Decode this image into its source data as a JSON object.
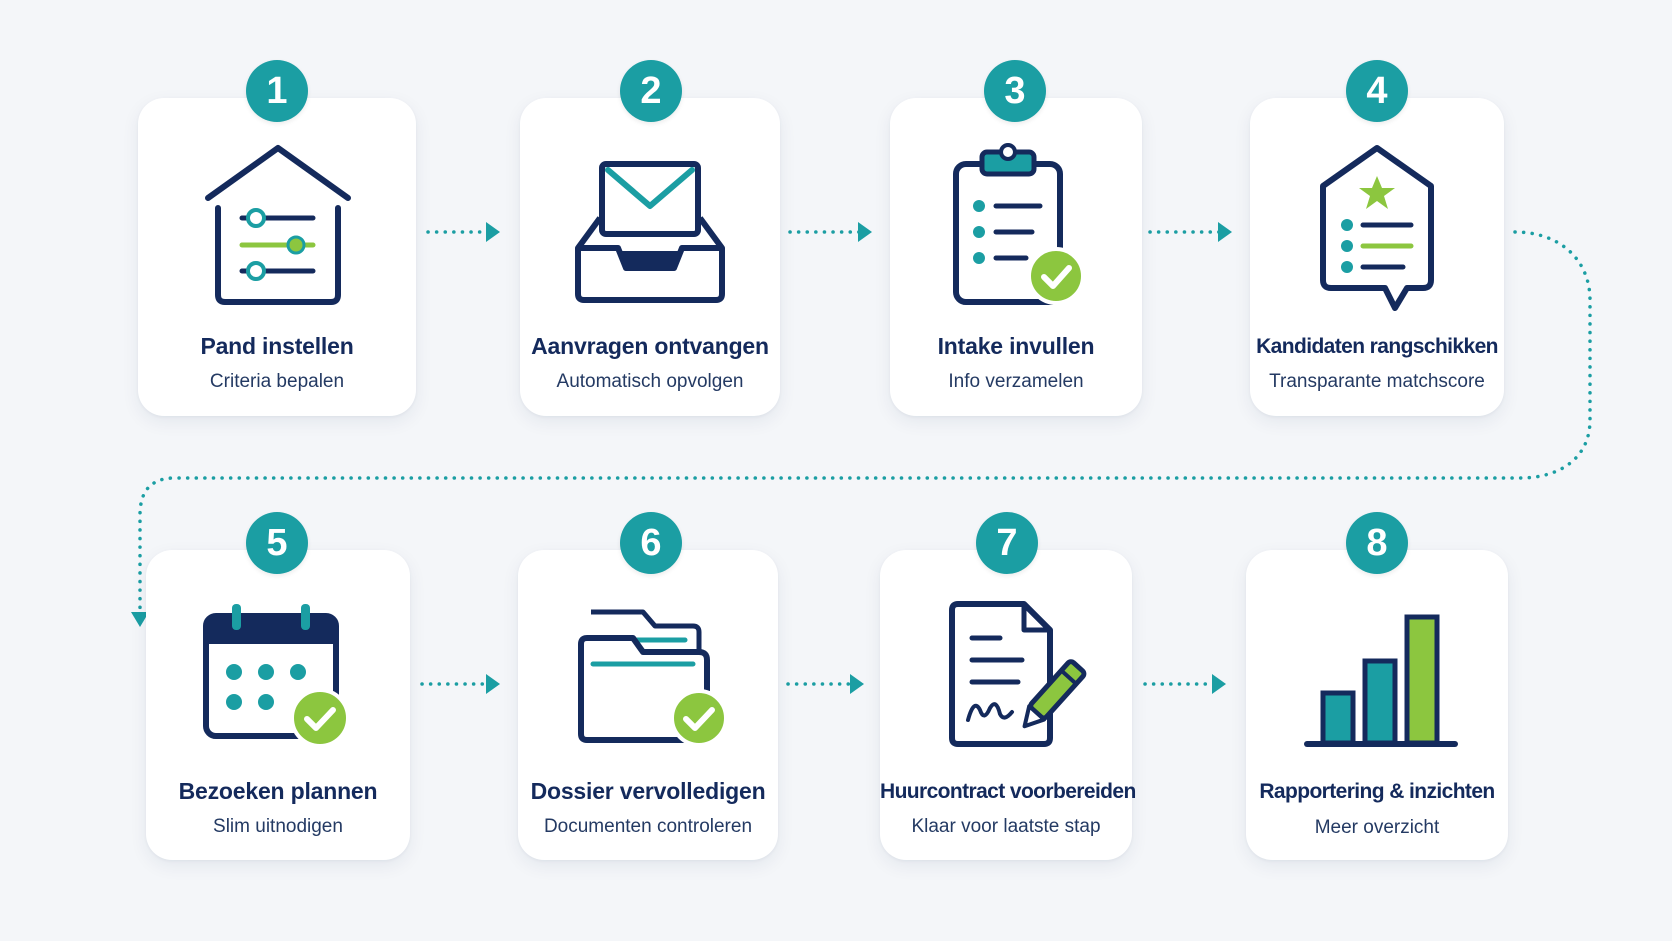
{
  "steps": [
    {
      "number": "1",
      "title": "Pand instellen",
      "subtitle": "Criteria bepalen",
      "icon": "house-settings-icon"
    },
    {
      "number": "2",
      "title": "Aanvragen ontvangen",
      "subtitle": "Automatisch opvolgen",
      "icon": "inbox-mail-icon"
    },
    {
      "number": "3",
      "title": "Intake invullen",
      "subtitle": "Info verzamelen",
      "icon": "clipboard-check-icon"
    },
    {
      "number": "4",
      "title": "Kandidaten rangschikken",
      "subtitle": "Transparante matchscore",
      "icon": "ranking-list-icon"
    },
    {
      "number": "5",
      "title": "Bezoeken plannen",
      "subtitle": "Slim uitnodigen",
      "icon": "calendar-check-icon"
    },
    {
      "number": "6",
      "title": "Dossier vervolledigen",
      "subtitle": "Documenten controleren",
      "icon": "folder-check-icon"
    },
    {
      "number": "7",
      "title": "Huurcontract voorbereiden",
      "subtitle": "Klaar voor laatste stap",
      "icon": "contract-sign-icon"
    },
    {
      "number": "8",
      "title": "Rapportering & inzichten",
      "subtitle": "Meer overzicht",
      "icon": "bar-chart-icon"
    }
  ],
  "colors": {
    "navy": "#142a5c",
    "teal": "#1b9ea3",
    "green": "#8cc63f",
    "background": "#f4f6f9"
  }
}
